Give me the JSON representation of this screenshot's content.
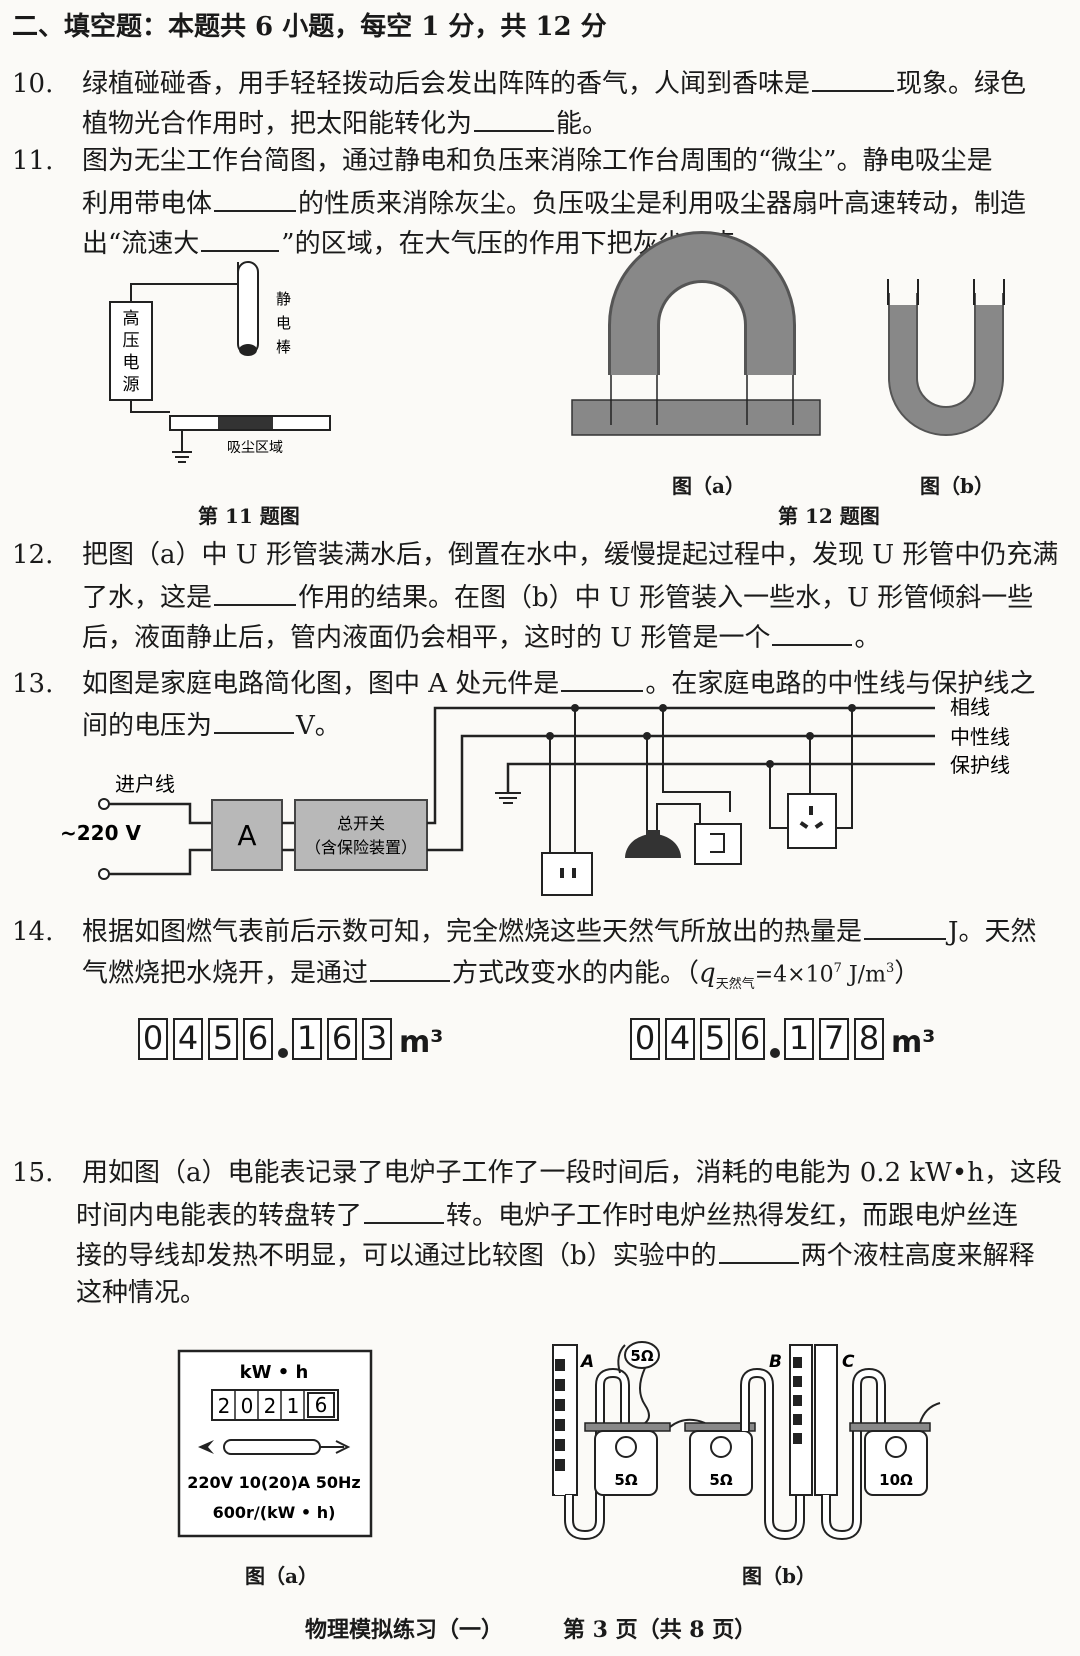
{
  "section_title": "二、填空题：本题共 6 小题，每空 1 分，共 12 分",
  "q10": {
    "num": "10.",
    "l1a": "绿植碰碰香，用手轻轻拨动后会发出阵阵的香气，人闻到香味是",
    "l1b": "现象。绿色",
    "l2a": "植物光合作用时，把太阳能转化为",
    "l2b": "能。"
  },
  "q11": {
    "num": "11.",
    "l1": "图为无尘工作台简图，通过静电和负压来消除工作台周围的“微尘”。静电吸尘是",
    "l2a": "利用带电体",
    "l2b": "的性质来消除灰尘。负压吸尘是利用吸尘器扇叶高速转动，制造",
    "l3a": "出“流速大",
    "l3b": "”的区域，在大气压的作用下把灰尘吸走。"
  },
  "fig11": {
    "power_label": "高压电源",
    "rod_label": "静电棒",
    "zone_label": "吸尘区域",
    "caption": "第 11 题图"
  },
  "fig12": {
    "a_label": "图（a）",
    "b_label": "图（b）",
    "caption": "第 12 题图"
  },
  "q12": {
    "num": "12.",
    "l1": "把图（a）中 U 形管装满水后，倒置在水中，缓慢提起过程中，发现 U 形管中仍充满",
    "l2a": "了水，这是",
    "l2b": "作用的结果。在图（b）中 U 形管装入一些水，U 形管倾斜一些",
    "l3a": "后，液面静止后，管内液面仍会相平，这时的 U 形管是一个",
    "l3b": "。"
  },
  "q13": {
    "num": "13.",
    "l1a": "如图是家庭电路简化图，图中 A 处元件是",
    "l1b": "。在家庭电路的中性线与保护线之",
    "l2a": "间的电压为",
    "l2b": "V。"
  },
  "fig13": {
    "incoming": "进户线",
    "voltage": "~220 V",
    "box_a": "A",
    "switch_l1": "总开关",
    "switch_l2": "（含保险装置）",
    "live": "相线",
    "neutral": "中性线",
    "ground": "保护线"
  },
  "q14": {
    "num": "14.",
    "l1a": "根据如图燃气表前后示数可知，完全燃烧这些天然气所放出的热量是",
    "l1b": "J。天然",
    "l2a": "气燃烧把水烧开，是通过",
    "l2b": "方式改变水的内能。（",
    "q_sym": "q",
    "q_sub": "天然气",
    "q_val": "=4×10",
    "q_exp": "7",
    "q_unit": " J/m",
    "q_unit_exp": "3",
    "l2end": "）"
  },
  "meter1": {
    "digits": [
      "0",
      "4",
      "5",
      "6",
      "1",
      "6",
      "3"
    ],
    "unit": "m³"
  },
  "meter2": {
    "digits": [
      "0",
      "4",
      "5",
      "6",
      "1",
      "7",
      "8"
    ],
    "unit": "m³"
  },
  "q15": {
    "num": "15.",
    "l1": "用如图（a）电能表记录了电炉子工作了一段时间后，消耗的电能为 0.2 kW•h，这段",
    "l2a": "时间内电能表的转盘转了",
    "l2b": "转。电炉子工作时电炉丝热得发红，而跟电炉丝连",
    "l3a": "接的导线却发热不明显，可以通过比较图（b）实验中的",
    "l3b": "两个液柱高度来解释",
    "l4": "这种情况。"
  },
  "fig15a": {
    "unit": "kW • h",
    "digits": [
      "2",
      "0",
      "2",
      "1",
      "6"
    ],
    "spec1": "220V 10(20)A 50Hz",
    "spec2": "600r/(kW • h)",
    "caption": "图（a）"
  },
  "fig15b": {
    "label_a": "A",
    "label_b": "B",
    "label_c": "C",
    "r_top": "5Ω",
    "r1": "5Ω",
    "r2": "5Ω",
    "r3": "10Ω",
    "caption": "图（b）"
  },
  "footer": {
    "title": "物理模拟练习（一）",
    "page": "第 3 页（共 8 页）"
  }
}
